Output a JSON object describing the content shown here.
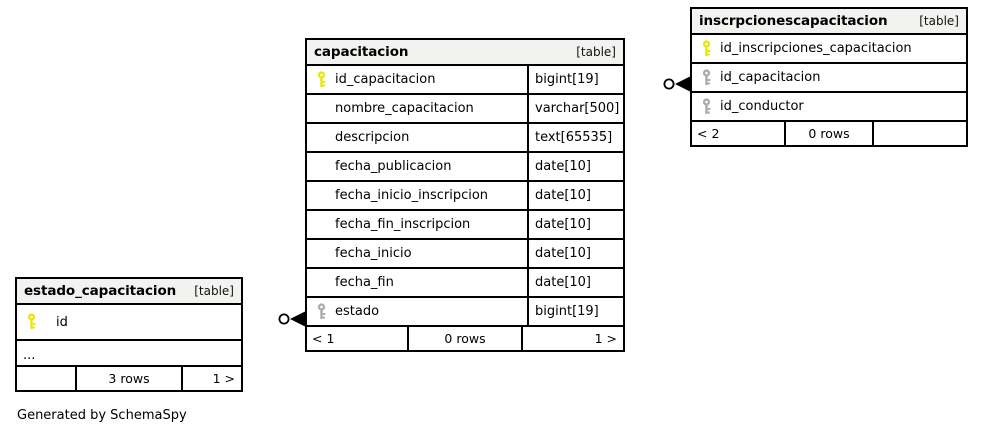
{
  "diagram": {
    "caption": "Generated by SchemaSpy",
    "table_tag": "[table]",
    "colors": {
      "primary_key_icon": "#e8e800",
      "foreign_key_icon": "#aaaaaa",
      "header_background": "#f2f2f0",
      "border": "#000000",
      "background": "#ffffff"
    }
  },
  "tables": [
    {
      "id": "capacitacion",
      "name": "capacitacion",
      "tag": "[table]",
      "columns": [
        {
          "name": "id_capacitacion",
          "type": "bigint[19]",
          "key": "primary"
        },
        {
          "name": "nombre_capacitacion",
          "type": "varchar[500]",
          "key": "none"
        },
        {
          "name": "descripcion",
          "type": "text[65535]",
          "key": "none"
        },
        {
          "name": "fecha_publicacion",
          "type": "date[10]",
          "key": "none"
        },
        {
          "name": "fecha_inicio_inscripcion",
          "type": "date[10]",
          "key": "none"
        },
        {
          "name": "fecha_fin_inscripcion",
          "type": "date[10]",
          "key": "none"
        },
        {
          "name": "fecha_inicio",
          "type": "date[10]",
          "key": "none"
        },
        {
          "name": "fecha_fin",
          "type": "date[10]",
          "key": "none"
        },
        {
          "name": "estado",
          "type": "bigint[19]",
          "key": "foreign"
        }
      ],
      "footer": {
        "left": "< 1",
        "center": "0 rows",
        "right": "1 >"
      }
    },
    {
      "id": "inscrpcionescapacitacion",
      "name": "inscrpcionescapacitacion",
      "tag": "[table]",
      "columns": [
        {
          "name": "id_inscripciones_capacitacion",
          "type": "",
          "key": "primary"
        },
        {
          "name": "id_capacitacion",
          "type": "",
          "key": "foreign"
        },
        {
          "name": "id_conductor",
          "type": "",
          "key": "foreign"
        }
      ],
      "footer": {
        "left": "< 2",
        "center": "0 rows",
        "right": ""
      }
    },
    {
      "id": "estado_capacitacion",
      "name": "estado_capacitacion",
      "tag": "[table]",
      "columns": [
        {
          "name": "id",
          "type": "",
          "key": "primary"
        },
        {
          "name": "...",
          "type": "",
          "key": "ellipsis"
        }
      ],
      "footer": {
        "left": "",
        "center": "3 rows",
        "right": "1 >"
      }
    }
  ],
  "relationships": [
    {
      "from": "estado_capacitacion",
      "to": "capacitacion",
      "on": "estado",
      "cardinality": "zero-or-many"
    },
    {
      "from": "capacitacion",
      "to": "inscrpcionescapacitacion",
      "on": "id_capacitacion",
      "cardinality": "zero-or-many"
    }
  ]
}
